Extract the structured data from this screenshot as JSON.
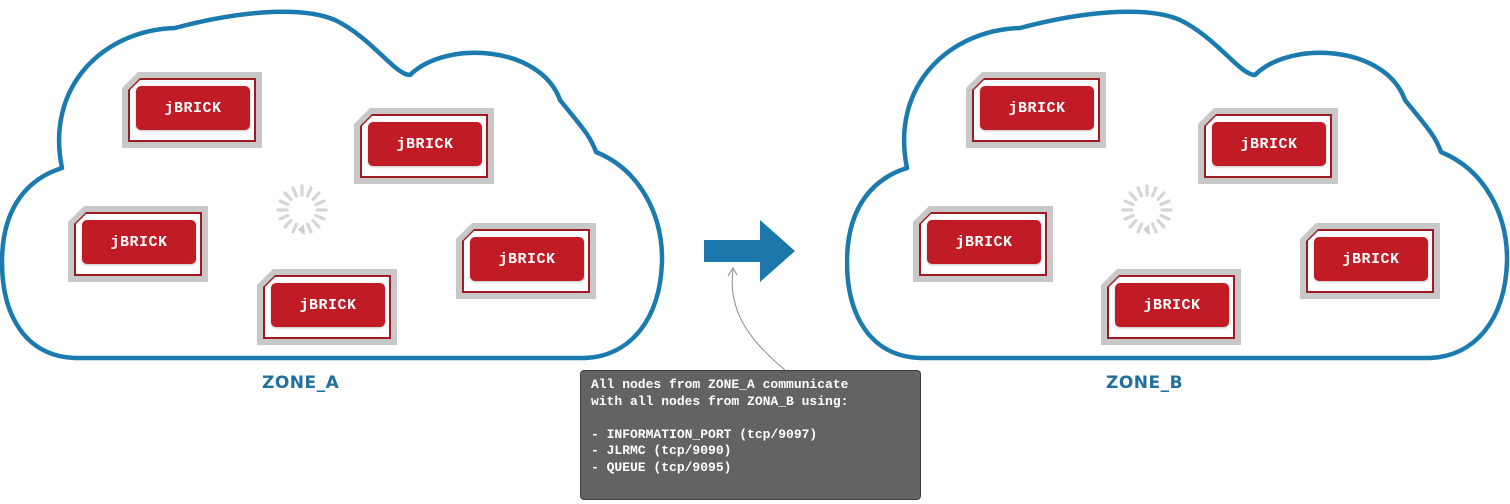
{
  "colors": {
    "cloud_stroke": "#1b7aae",
    "node_red": "#c11b26",
    "node_tray": "#c8c8c8",
    "arrow": "#1c78aa",
    "note_bg": "#636363",
    "label": "#1f6f9f"
  },
  "zones": [
    {
      "label": "ZONE_A",
      "nodes": [
        "jBRICK",
        "jBRICK",
        "jBRICK",
        "jBRICK",
        "jBRICK"
      ]
    },
    {
      "label": "ZONE_B",
      "nodes": [
        "jBRICK",
        "jBRICK",
        "jBRICK",
        "jBRICK",
        "jBRICK"
      ]
    }
  ],
  "note": {
    "lines": [
      "All nodes from ZONE_A communicate",
      "with all nodes from ZONA_B using:",
      "",
      "- INFORMATION_PORT (tcp/9097)",
      "- JLRMC (tcp/9090)",
      "- QUEUE (tcp/9095)"
    ]
  },
  "icons": {
    "spinner": "sync-spinner-icon",
    "arrow": "right-arrow-icon"
  }
}
